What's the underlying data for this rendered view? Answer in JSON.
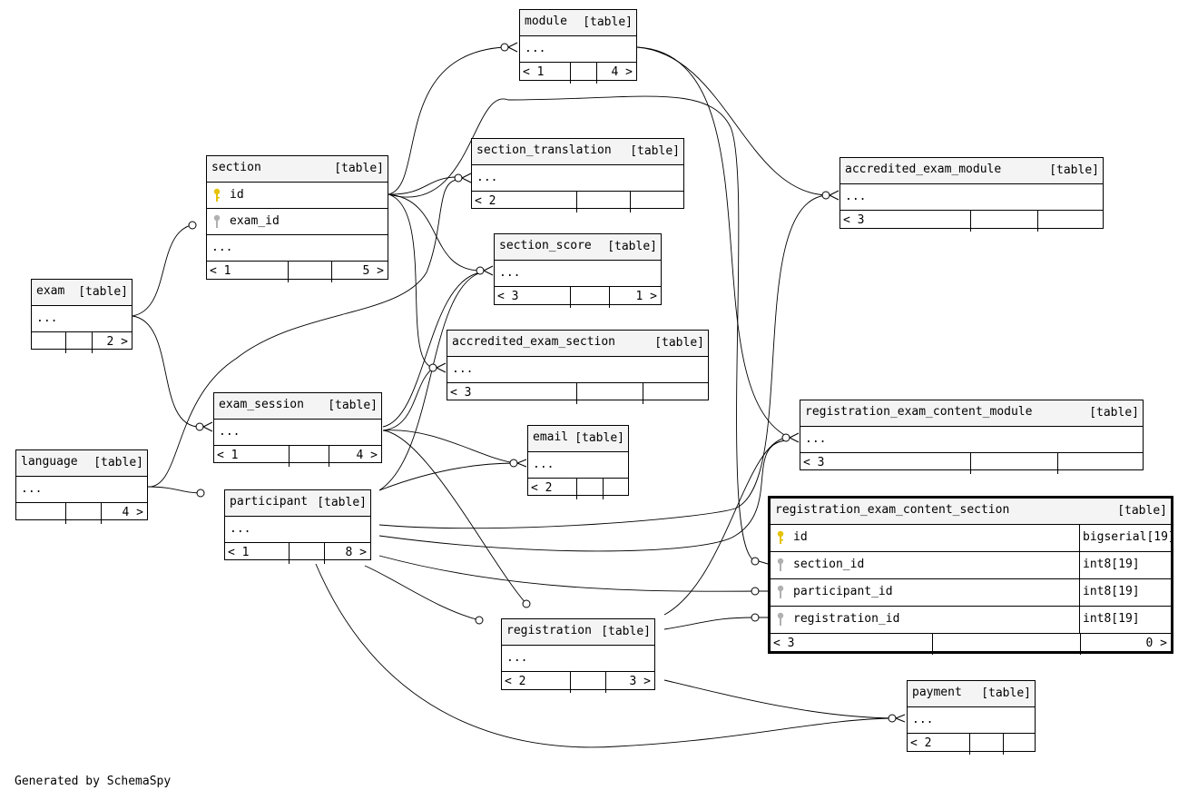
{
  "diagram": {
    "tag_label": "[table]",
    "footer": "Generated by SchemaSpy",
    "ellipsis": "...",
    "tables": {
      "module": {
        "name": "module",
        "in": "< 1",
        "out": "4 >"
      },
      "section_translation": {
        "name": "section_translation",
        "in": "< 2",
        "out": ""
      },
      "section": {
        "name": "section",
        "in": "< 1",
        "out": "5 >",
        "columns": [
          {
            "name": "id",
            "key": "primary"
          },
          {
            "name": "exam_id",
            "key": "foreign"
          }
        ]
      },
      "section_score": {
        "name": "section_score",
        "in": "< 3",
        "out": "1 >"
      },
      "exam": {
        "name": "exam",
        "in": "",
        "out": "2 >"
      },
      "accredited_exam_section": {
        "name": "accredited_exam_section",
        "in": "< 3",
        "out": ""
      },
      "exam_session": {
        "name": "exam_session",
        "in": "< 1",
        "out": "4 >"
      },
      "email": {
        "name": "email",
        "in": "< 2",
        "out": ""
      },
      "language": {
        "name": "language",
        "in": "",
        "out": "4 >"
      },
      "participant": {
        "name": "participant",
        "in": "< 1",
        "out": "8 >"
      },
      "registration": {
        "name": "registration",
        "in": "< 2",
        "out": "3 >"
      },
      "accredited_exam_module": {
        "name": "accredited_exam_module",
        "in": "< 3",
        "out": ""
      },
      "registration_exam_content_module": {
        "name": "registration_exam_content_module",
        "in": "< 3",
        "out": ""
      },
      "registration_exam_content_section": {
        "name": "registration_exam_content_section",
        "in": "< 3",
        "out": "0 >",
        "columns": [
          {
            "name": "id",
            "type": "bigserial[19]",
            "key": "primary"
          },
          {
            "name": "section_id",
            "type": "int8[19]",
            "key": "foreign"
          },
          {
            "name": "participant_id",
            "type": "int8[19]",
            "key": "foreign"
          },
          {
            "name": "registration_id",
            "type": "int8[19]",
            "key": "foreign"
          }
        ]
      },
      "payment": {
        "name": "payment",
        "in": "< 2",
        "out": ""
      }
    },
    "colors": {
      "header_bg": "#f4f4f4",
      "primary_key": "#e6c200",
      "foreign_key": "#b0b0b0",
      "line": "#000000"
    }
  }
}
